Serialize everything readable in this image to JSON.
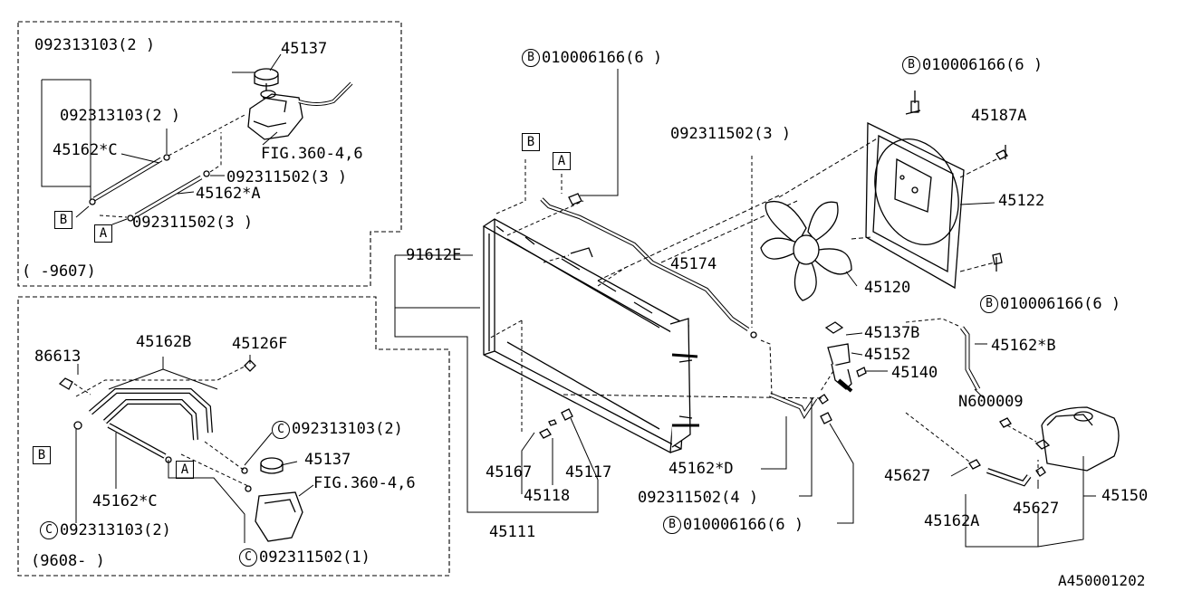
{
  "labels": {
    "p_092313103_2a": "092313103(2 )",
    "p_45137_a": "45137",
    "p_092313103_2b": "092313103(2 )",
    "p_45162C_a": "45162*C",
    "p_fig360_a": "FIG.360-4,6",
    "p_092311502_3a": "092311502(3 )",
    "p_45162A": "45162*A",
    "p_092311502_3b": "092311502(3 )",
    "p_range_9607": "(      -9607)",
    "p_45162B": "45162B",
    "p_45126F": "45126F",
    "p_86613": "86613",
    "p_092313103_2c": "092313103(2)",
    "p_45137_b": "45137",
    "p_fig360_b": "FIG.360-4,6",
    "p_45162C_b": "45162*C",
    "p_092313103_2d": "092313103(2)",
    "p_092311502_1": "092311502(1)",
    "p_range_9608": "(9608-      )",
    "p_010006166_top": "010006166(6 )",
    "p_91612E": "91612E",
    "p_45167": "45167",
    "p_45117": "45117",
    "p_45118": "45118",
    "p_45111": "45111",
    "p_092311502_3c": "092311502(3 )",
    "p_45174": "45174",
    "p_45162D": "45162*D",
    "p_092311502_4": "092311502(4 )",
    "p_010006166_bot": "010006166(6 )",
    "p_010006166_topright": "010006166(6 )",
    "p_45187A": "45187A",
    "p_45122": "45122",
    "p_45120": "45120",
    "p_010006166_mid": "010006166(6 )",
    "p_45137B": "45137B",
    "p_45152": "45152",
    "p_45140": "45140",
    "p_45162B_star": "45162*B",
    "p_N600009": "N600009",
    "p_45627_a": "45627",
    "p_45627_b": "45627",
    "p_45150": "45150",
    "p_45162A_b": "45162A",
    "p_diagram_id": "A450001202"
  },
  "markers": {
    "A": "A",
    "B": "B",
    "C": "C"
  }
}
